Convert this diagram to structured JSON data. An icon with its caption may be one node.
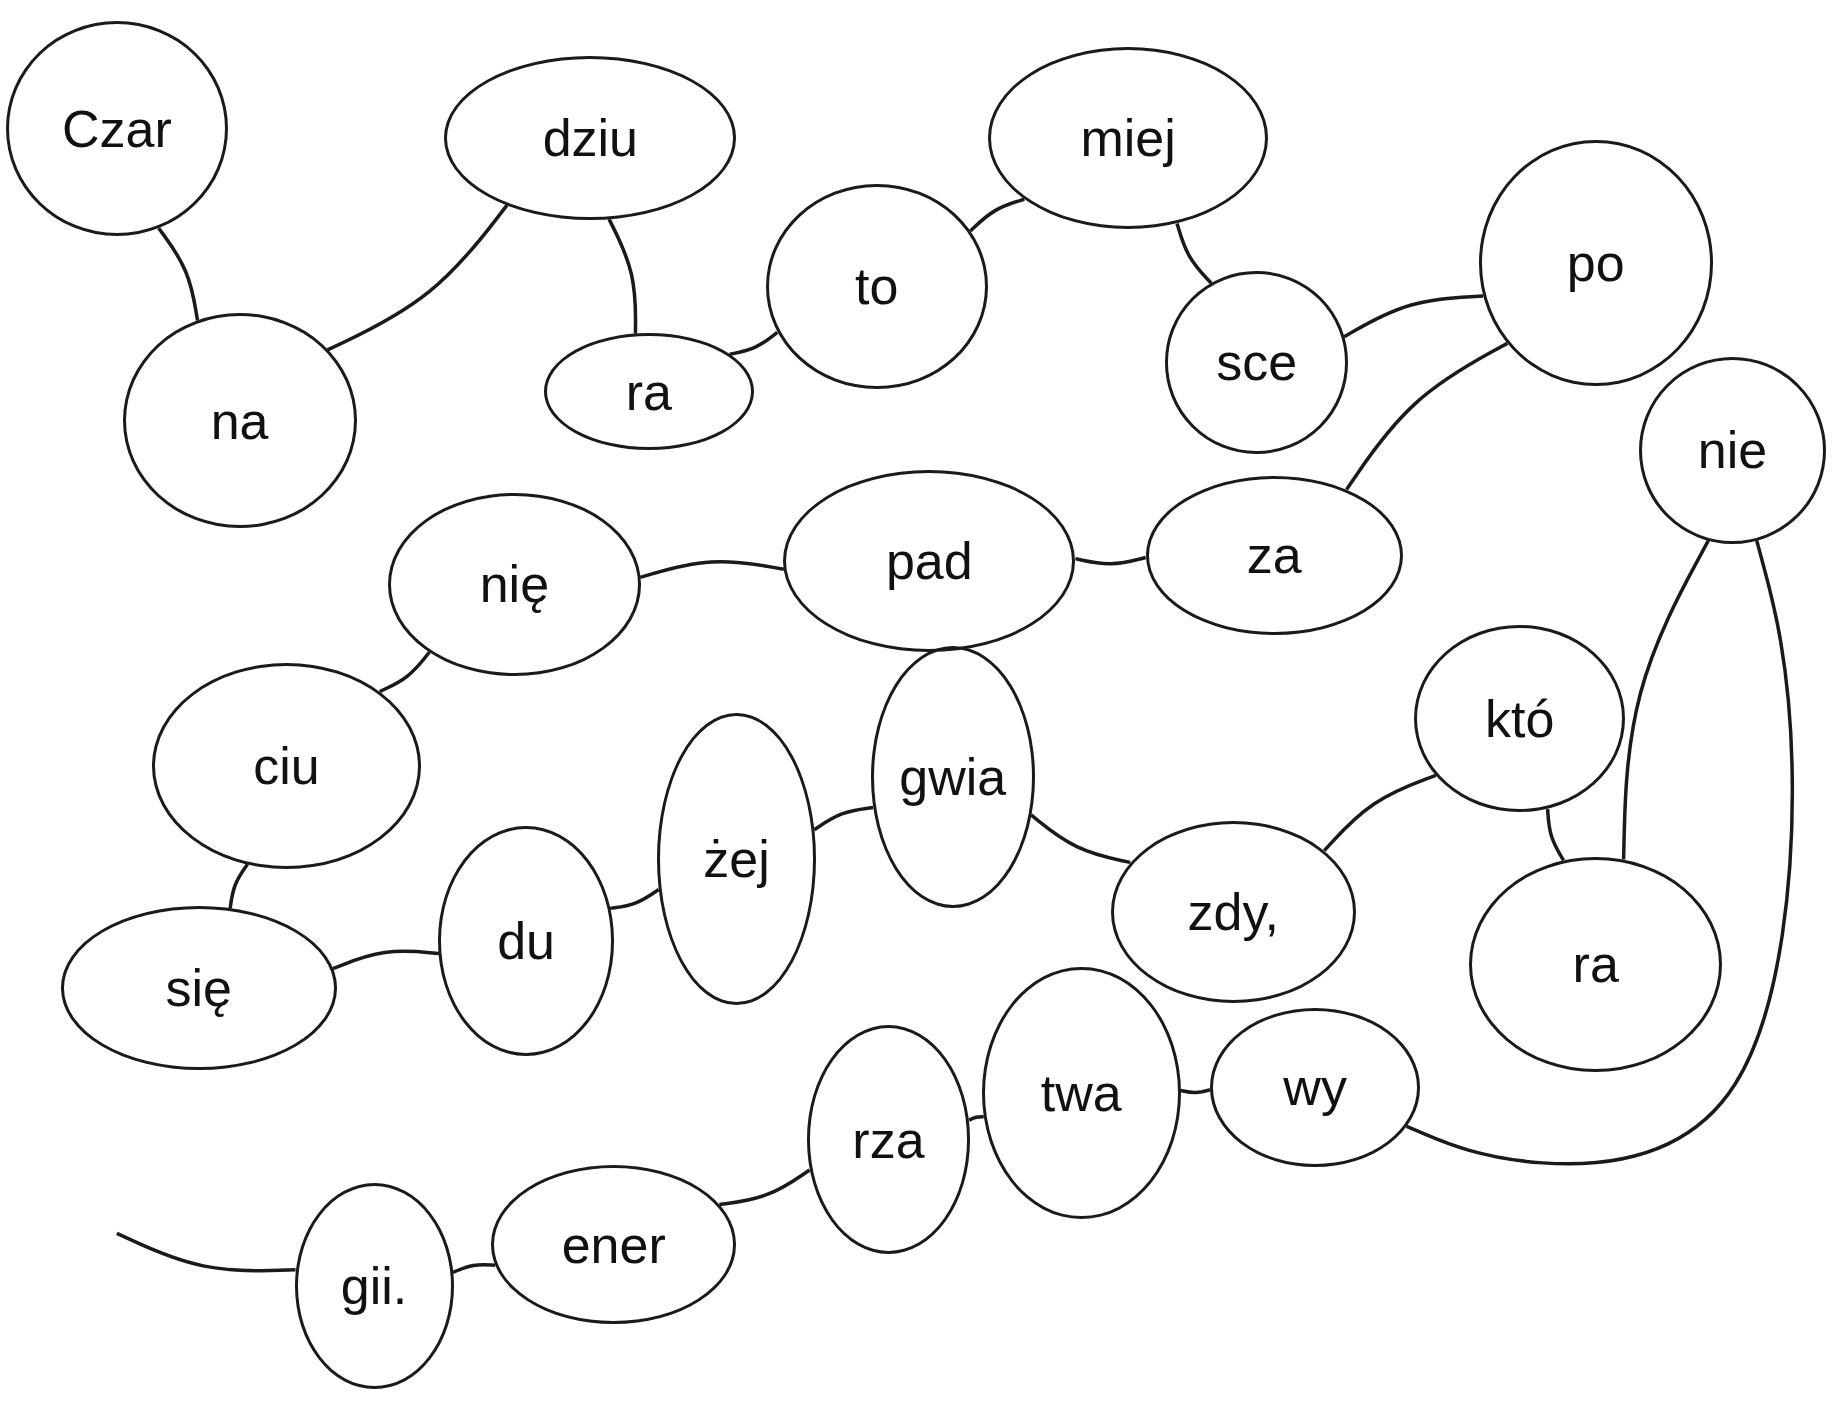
{
  "diagram": {
    "nodes": [
      {
        "text": [
          "Czar"
        ]
      },
      {
        "text": [
          "na"
        ]
      },
      {
        "text": [
          "dziu"
        ]
      },
      {
        "text": [
          "ra"
        ]
      },
      {
        "text": [
          "to"
        ]
      },
      {
        "text": [
          "miej"
        ]
      },
      {
        "text": [
          "sce"
        ]
      },
      {
        "text": [
          "po"
        ]
      },
      {
        "text": [
          "za"
        ]
      },
      {
        "text": [
          "pad"
        ]
      },
      {
        "text": [
          "nię"
        ]
      },
      {
        "text": [
          "ciu"
        ]
      },
      {
        "text": [
          "się"
        ]
      },
      {
        "text": [
          "du"
        ]
      },
      {
        "text": [
          "żej"
        ]
      },
      {
        "text": [
          "gwia"
        ]
      },
      {
        "text": [
          "zdy,"
        ]
      },
      {
        "text": [
          "któ"
        ]
      },
      {
        "text": [
          "ra"
        ]
      },
      {
        "text": [
          "nie"
        ]
      },
      {
        "text": [
          "wy"
        ]
      },
      {
        "text": [
          "twa"
        ]
      },
      {
        "text": [
          "rza"
        ]
      },
      {
        "text": [
          "ener"
        ]
      },
      {
        "text": [
          "gii."
        ]
      }
    ],
    "edges": [
      {
        "from": 0,
        "to": 1,
        "arrow": "none"
      },
      {
        "from": 1,
        "to": 2,
        "arrow": "none"
      },
      {
        "from": 2,
        "to": 3,
        "arrow": "none"
      },
      {
        "from": 3,
        "to": 4,
        "arrow": "none"
      },
      {
        "from": 4,
        "to": 5,
        "arrow": "none"
      },
      {
        "from": 5,
        "to": 6,
        "arrow": "none"
      },
      {
        "from": 6,
        "to": 7,
        "arrow": "none"
      },
      {
        "from": 7,
        "to": 8,
        "arrow": "none"
      },
      {
        "from": 8,
        "to": 9,
        "arrow": "none"
      },
      {
        "from": 9,
        "to": 10,
        "arrow": "none"
      },
      {
        "from": 10,
        "to": 11,
        "arrow": "none"
      },
      {
        "from": 11,
        "to": 12,
        "arrow": "none"
      },
      {
        "from": 12,
        "to": 13,
        "arrow": "none"
      },
      {
        "from": 13,
        "to": 14,
        "arrow": "none"
      },
      {
        "from": 14,
        "to": 15,
        "arrow": "none"
      },
      {
        "from": 15,
        "to": 16,
        "arrow": "none"
      },
      {
        "from": 16,
        "to": 17,
        "arrow": "none"
      },
      {
        "from": 17,
        "to": 18,
        "arrow": "none"
      },
      {
        "from": 18,
        "to": 19,
        "arrow": "none"
      },
      {
        "from": 19,
        "to": 20,
        "arrow": "none"
      },
      {
        "from": 20,
        "to": 21,
        "arrow": "none"
      },
      {
        "from": 21,
        "to": 22,
        "arrow": "none"
      },
      {
        "from": 22,
        "to": 23,
        "arrow": "none"
      },
      {
        "from": 23,
        "to": 24,
        "arrow": "none"
      },
      {
        "from": 24,
        "to": null,
        "arrow": "none"
      }
    ]
  }
}
